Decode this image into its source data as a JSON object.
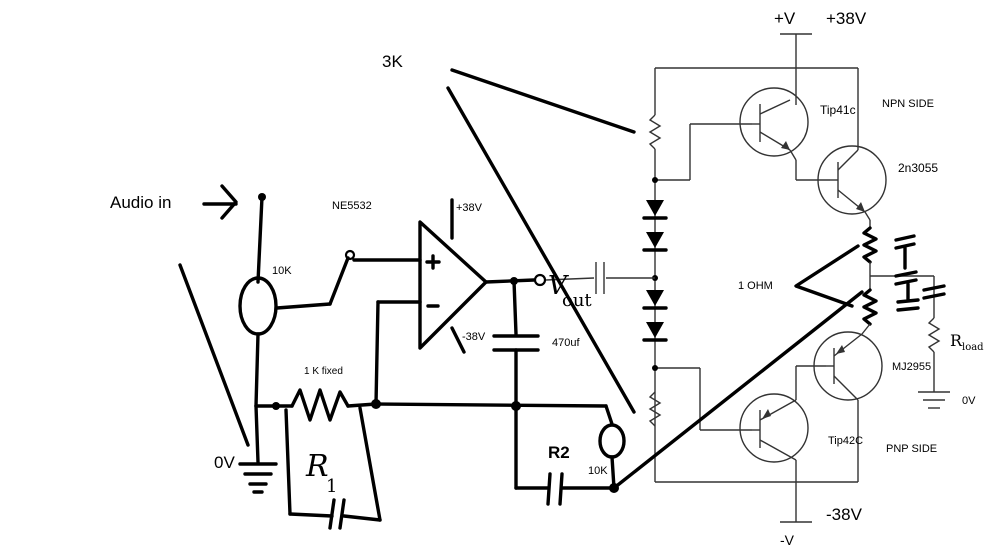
{
  "labels": {
    "plus_v": "+V",
    "plus_38v_top": "+38V",
    "three_k": "3K",
    "npn_side": "NPN SIDE",
    "tip41c": "Tip41c",
    "q_2n3055": "2n3055",
    "audio_in": "Audio in",
    "ne5532": "NE5532",
    "opamp_plus_38v": "+38V",
    "opamp_minus_38v": "-38V",
    "ten_k_pot": "10K",
    "one_ohm": "1 OHM",
    "vout_v": "V",
    "vout_sub": "out",
    "cap_470uf": "470uf",
    "r_load": "R",
    "r_load_sub": "load",
    "zero_v_right": "0V",
    "mj2955": "MJ2955",
    "one_k_fixed": "1 K fixed",
    "r1": "R",
    "r1_sub": "1",
    "zero_v_left": "0V",
    "r2": "R2",
    "ten_k_r2": "10K",
    "tip42c": "Tip42C",
    "pnp_side": "PNP SIDE",
    "minus_38v_bottom": "-38V",
    "minus_v": "-V"
  }
}
